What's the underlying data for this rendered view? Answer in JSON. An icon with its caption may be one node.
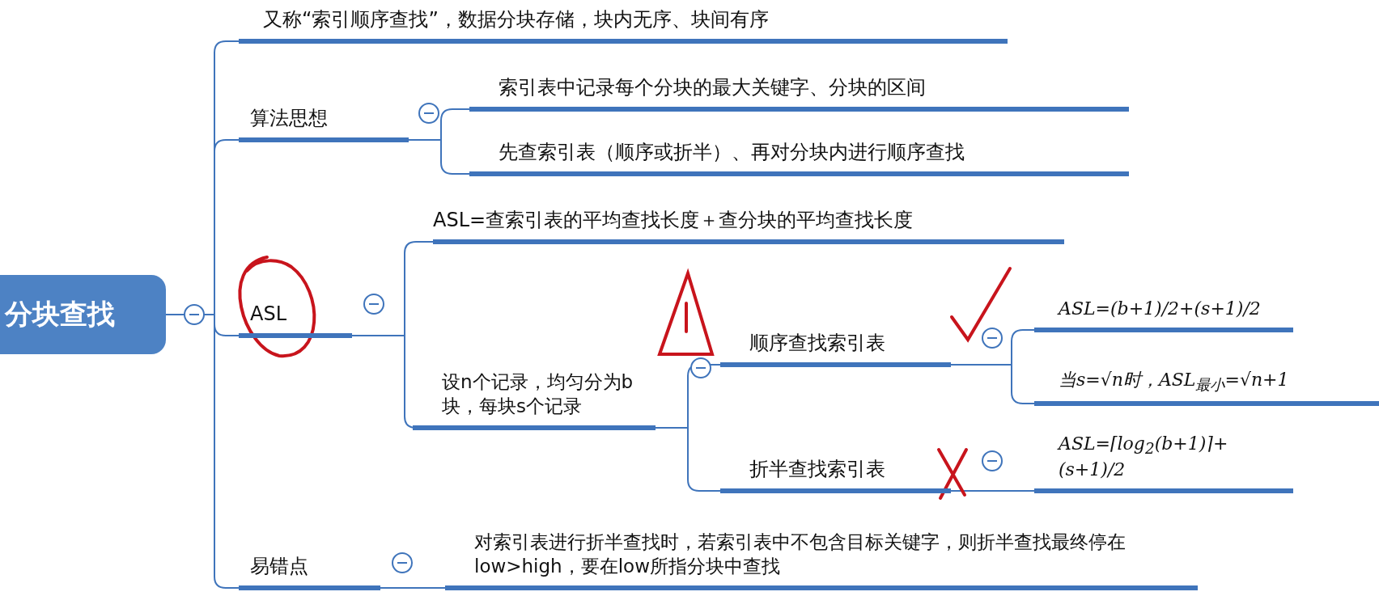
{
  "diagram": {
    "nodes": [
      {
        "text": [
          "分块查找"
        ]
      },
      {
        "text": [
          "又称“索引顺序查找”，数据分块存储，块内无序、块间有序"
        ]
      },
      {
        "text": [
          "算法思想"
        ]
      },
      {
        "text": [
          "索引表中记录每个分块的最大关键字、分块的区间"
        ]
      },
      {
        "text": [
          "先查索引表（顺序或折半）、再对分块内进行顺序查找"
        ]
      },
      {
        "text": [
          "ASL"
        ]
      },
      {
        "text": [
          "ASL=查索引表的平均查找长度＋查分块的平均查找长度"
        ]
      },
      {
        "text": [
          "设n个记录，均匀分为b块，每块s个记录"
        ]
      },
      {
        "text": [
          "顺序查找索引表"
        ]
      },
      {
        "text": [
          "ASL=(b+1)/2+(s+1)/2"
        ]
      },
      {
        "text": [
          "当s=√n时，ASL$_{最小}$=√n+1"
        ]
      },
      {
        "text": [
          "折半查找索引表"
        ]
      },
      {
        "text": [
          "ASL=⌈log$_{2}$(b+1)⌉+(s+1)/2"
        ]
      },
      {
        "text": [
          "易错点"
        ]
      },
      {
        "text": [
          "对索引表进行折半查找时，若索引表中不包含目标关键字，则折半查找最终停在 low>high，要在low所指分块中查找"
        ]
      }
    ],
    "edges": [
      {
        "from": 0,
        "to": 1,
        "arrow": "none"
      },
      {
        "from": 0,
        "to": 2,
        "arrow": "none"
      },
      {
        "from": 0,
        "to": 5,
        "arrow": "none"
      },
      {
        "from": 0,
        "to": 13,
        "arrow": "none"
      },
      {
        "from": 2,
        "to": 3,
        "arrow": "none"
      },
      {
        "from": 2,
        "to": 4,
        "arrow": "none"
      },
      {
        "from": 5,
        "to": 6,
        "arrow": "none"
      },
      {
        "from": 5,
        "to": 7,
        "arrow": "none"
      },
      {
        "from": 7,
        "to": 8,
        "arrow": "none"
      },
      {
        "from": 7,
        "to": 11,
        "arrow": "none"
      },
      {
        "from": 8,
        "to": 9,
        "arrow": "none"
      },
      {
        "from": 8,
        "to": 10,
        "arrow": "none"
      },
      {
        "from": 11,
        "to": 12,
        "arrow": "none"
      },
      {
        "from": 13,
        "to": 14,
        "arrow": "none"
      }
    ]
  }
}
